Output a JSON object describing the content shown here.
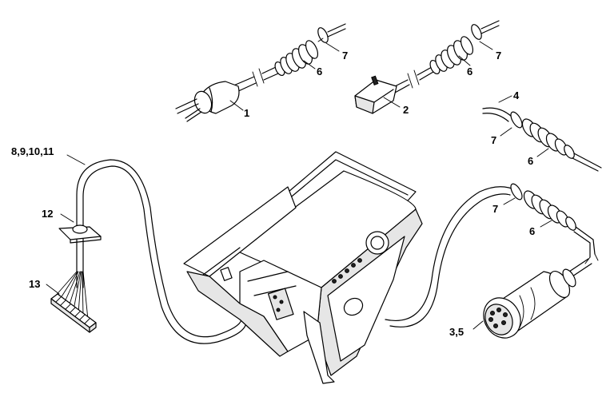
{
  "callouts": [
    {
      "id": "c1",
      "label": "1"
    },
    {
      "id": "c2",
      "label": "2"
    },
    {
      "id": "c3",
      "label": "3,5"
    },
    {
      "id": "c4",
      "label": "4"
    },
    {
      "id": "c6a",
      "label": "6"
    },
    {
      "id": "c6b",
      "label": "6"
    },
    {
      "id": "c6c",
      "label": "6"
    },
    {
      "id": "c6d",
      "label": "6"
    },
    {
      "id": "c7a",
      "label": "7"
    },
    {
      "id": "c7b",
      "label": "7"
    },
    {
      "id": "c7c",
      "label": "7"
    },
    {
      "id": "c7d",
      "label": "7"
    },
    {
      "id": "c8",
      "label": "8,9,10,11"
    },
    {
      "id": "c12",
      "label": "12"
    },
    {
      "id": "c13",
      "label": "13"
    }
  ]
}
